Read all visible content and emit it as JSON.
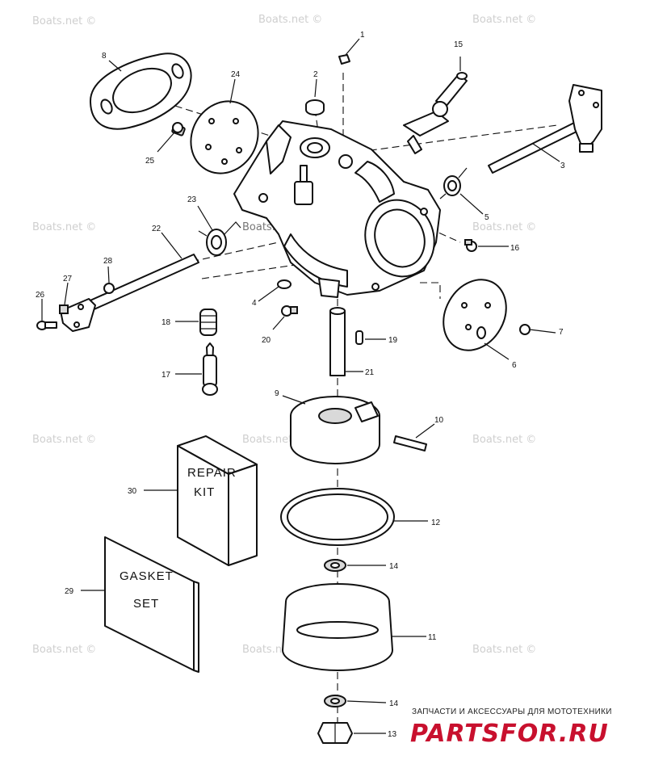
{
  "watermark": "Boats.net ©",
  "watermark_inline": "Boats.ne",
  "boxes": {
    "repair_kit": [
      "REPAIR",
      "KIT"
    ],
    "gasket_set": [
      "GASKET",
      "SET"
    ]
  },
  "labels": [
    "1",
    "2",
    "3",
    "4",
    "5",
    "6",
    "7",
    "8",
    "9",
    "10",
    "11",
    "12",
    "13",
    "14",
    "15",
    "16",
    "17",
    "18",
    "19",
    "20",
    "21",
    "22",
    "23",
    "24",
    "25",
    "26",
    "27",
    "28",
    "29",
    "30",
    "14"
  ],
  "footer": {
    "tagline": "ЗАПЧАСТИ И АКСЕССУАРЫ ДЛЯ МОТОТЕХНИКИ",
    "logo": "PARTSFOR.RU"
  }
}
